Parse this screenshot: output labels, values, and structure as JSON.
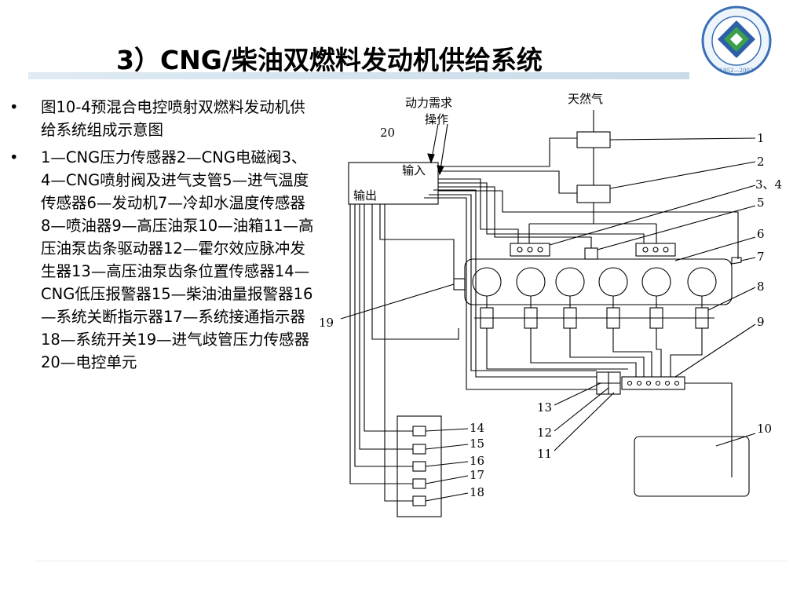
{
  "slide": {
    "title": "3）CNG/柴油双燃料发动机供给系统",
    "bullets": [
      {
        "marker": "•",
        "text": "图10-4预混合电控喷射双燃料发动机供给系统组成示意图"
      },
      {
        "marker": "•",
        "text": "1—CNG压力传感器2—CNG电磁阀3、4—CNG喷射阀及进气支管5—进气温度传感器6—发动机7—冷却水温度传感器8—喷油器9—高压油泵10—油箱11—高压油泵齿条驱动器12—霍尔效应脉冲发生器13—高压油泵齿条位置传感器14—CNG低压报警器15—柴油油量报警器16—系统关断指示器17—系统接通指示器18—系统开关19—进气歧管压力传感器20—电控单元"
      }
    ]
  },
  "logo": {
    "ring_text": "1952—2002",
    "colors": {
      "ring": "#3a6fb5",
      "green": "#3aa14a",
      "blue": "#2d5fa8"
    }
  },
  "diagram": {
    "labels": {
      "demand": "动力需求",
      "operation": "操作",
      "natural_gas": "天然气",
      "input": "输入",
      "output": "输出"
    },
    "callouts": {
      "n1": "1",
      "n2": "2",
      "n3_4": "3、4",
      "n5": "5",
      "n6": "6",
      "n7": "7",
      "n8": "8",
      "n9": "9",
      "n10": "10",
      "n11": "11",
      "n12": "12",
      "n13": "13",
      "n14": "14",
      "n15": "15",
      "n16": "16",
      "n17": "17",
      "n18": "18",
      "n19": "19",
      "n20": "20"
    }
  },
  "colors": {
    "title_rule": "#d4e3ee",
    "line": "#000000"
  }
}
